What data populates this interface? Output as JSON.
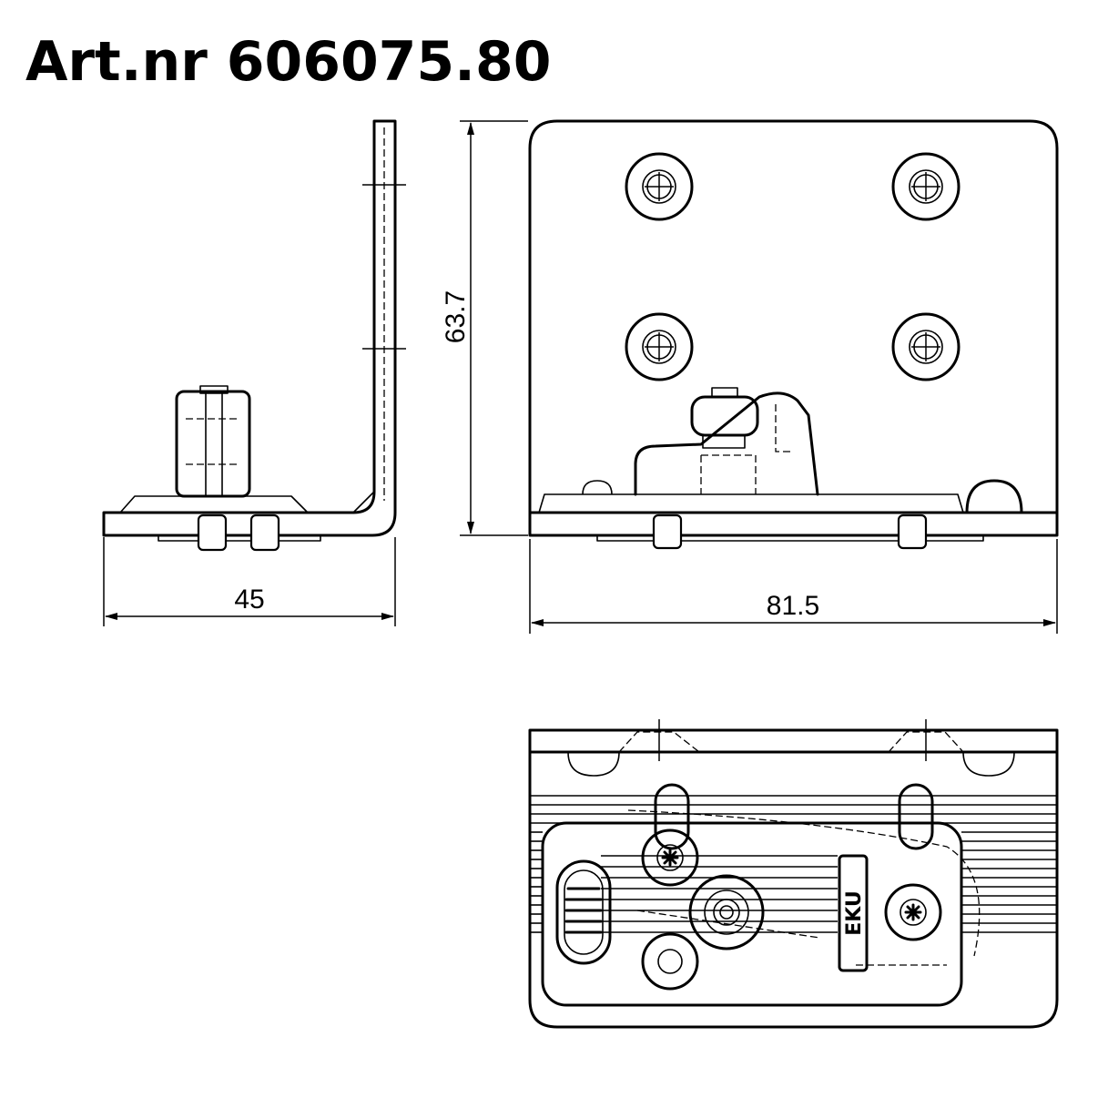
{
  "title": "Art.nr 606075.80",
  "dimensions": {
    "side_width": "45",
    "front_height": "63.7",
    "front_width": "81.5"
  },
  "brand_mark": "EKU"
}
